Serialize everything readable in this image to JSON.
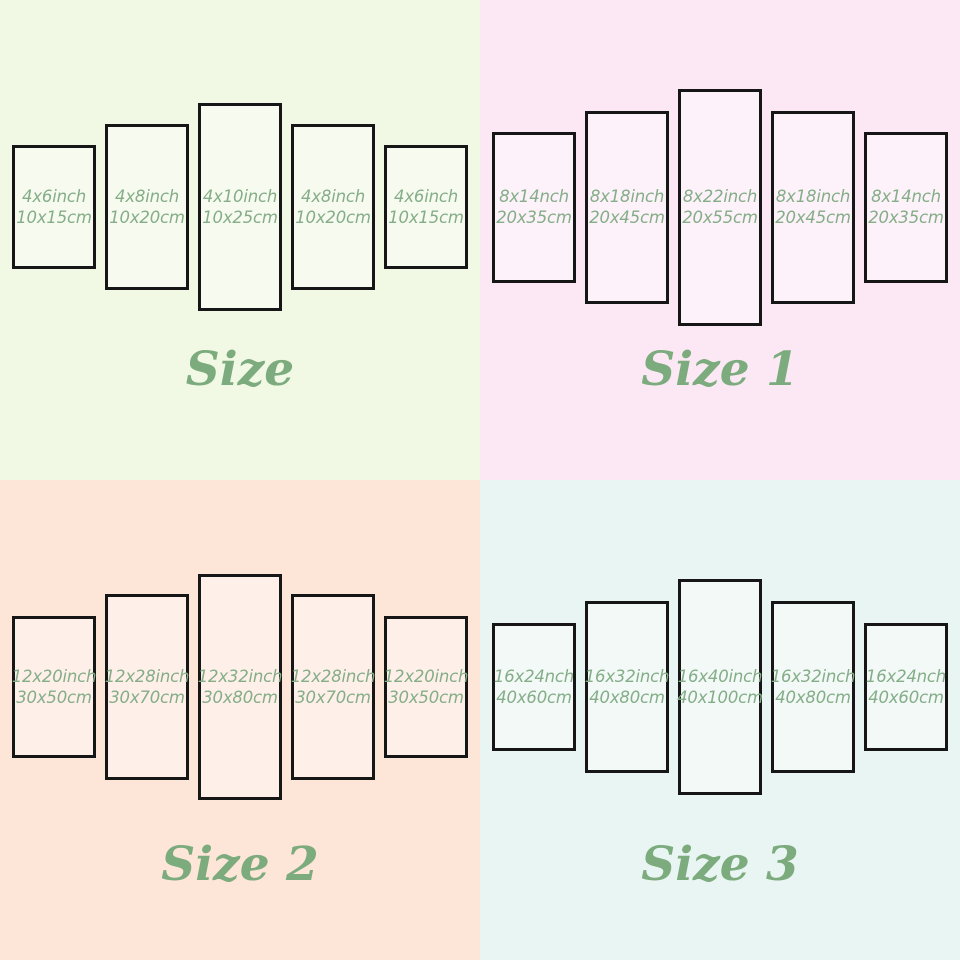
{
  "colors": {
    "panel_border": "#161616",
    "panel_text": "#84ad88",
    "title_text": "#7cab7e"
  },
  "quadrants": [
    {
      "name": "size",
      "title": "Size",
      "background": "#f1f8e3",
      "panels": [
        {
          "inch": "4x6inch",
          "cm": "10x15cm"
        },
        {
          "inch": "4x8inch",
          "cm": "10x20cm"
        },
        {
          "inch": "4x10inch",
          "cm": "10x25cm"
        },
        {
          "inch": "4x8inch",
          "cm": "10x20cm"
        },
        {
          "inch": "4x6inch",
          "cm": "10x15cm"
        }
      ]
    },
    {
      "name": "size-1",
      "title": "Size 1",
      "background": "#fbe8f4",
      "panels": [
        {
          "inch": "8x14nch",
          "cm": "20x35cm"
        },
        {
          "inch": "8x18inch",
          "cm": "20x45cm"
        },
        {
          "inch": "8x22inch",
          "cm": "20x55cm"
        },
        {
          "inch": "8x18inch",
          "cm": "20x45cm"
        },
        {
          "inch": "8x14nch",
          "cm": "20x35cm"
        }
      ]
    },
    {
      "name": "size-2",
      "title": "Size 2",
      "background": "#fde5d8",
      "panels": [
        {
          "inch": "12x20inch",
          "cm": "30x50cm"
        },
        {
          "inch": "12x28inch",
          "cm": "30x70cm"
        },
        {
          "inch": "12x32inch",
          "cm": "30x80cm"
        },
        {
          "inch": "12x28inch",
          "cm": "30x70cm"
        },
        {
          "inch": "12x20inch",
          "cm": "30x50cm"
        }
      ]
    },
    {
      "name": "size-3",
      "title": "Size 3",
      "background": "#e9f5f2",
      "panels": [
        {
          "inch": "16x24nch",
          "cm": "40x60cm"
        },
        {
          "inch": "16x32inch",
          "cm": "40x80cm"
        },
        {
          "inch": "16x40inch",
          "cm": "40x100cm"
        },
        {
          "inch": "16x32inch",
          "cm": "40x80cm"
        },
        {
          "inch": "16x24nch",
          "cm": "40x60cm"
        }
      ]
    }
  ]
}
